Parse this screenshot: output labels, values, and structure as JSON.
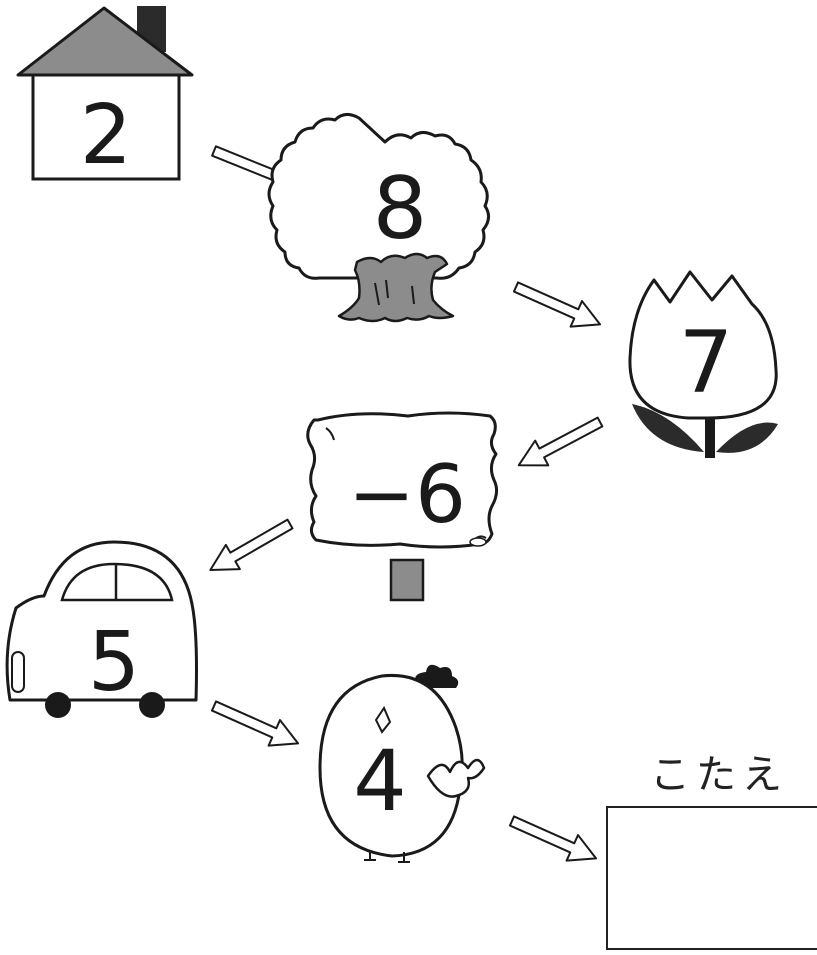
{
  "worksheet": {
    "house_number": "2",
    "tree_number": "8",
    "tulip_number": "7",
    "sign_number": "−6",
    "car_number": "5",
    "chick_number": "4",
    "answer_label": "こたえ",
    "answer_value": ""
  },
  "colors": {
    "ink": "#1a1a1a",
    "fill_gray": "#8c8c8c",
    "dark_fill": "#2b2b2b",
    "paper": "#ffffff"
  },
  "icons": [
    "house-icon",
    "tree-icon",
    "tulip-icon",
    "signpost-icon",
    "car-icon",
    "chick-icon",
    "arrow-icon"
  ]
}
